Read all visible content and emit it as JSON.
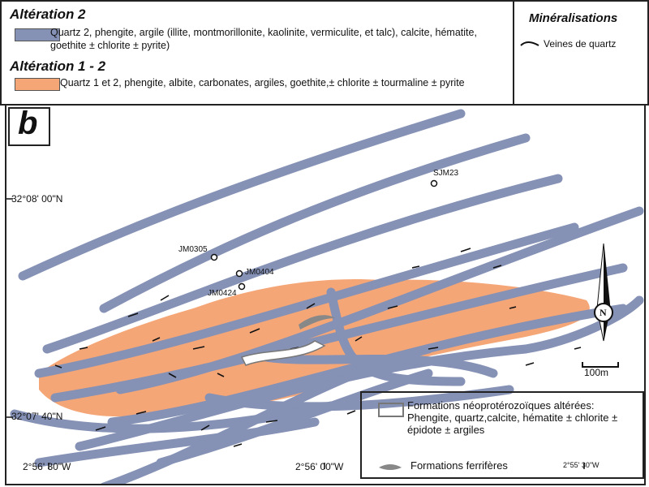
{
  "legend_alteration": {
    "alt2_title": "Altération 2",
    "alt2_text": "Quartz 2, phengite, argile (illite, montmorillonite, kaolinite, vermiculite, et talc), calcite, hématite, goethite ± chlorite ± pyrite)",
    "alt12_title": "Altération 1 - 2",
    "alt12_text": "Quartz 1 et 2, phengite, albite, carbonates, argiles, goethite,± chlorite ± tourmaline ± pyrite",
    "alt2_color": "#8591b5",
    "alt12_color": "#f5a677"
  },
  "legend_mineral": {
    "title": "Minéralisations",
    "veins": "Veines de quartz"
  },
  "map": {
    "panel_label": "b",
    "lat_labels": [
      "32°08' 00\"N",
      "32°07' 40\"N"
    ],
    "lon_labels": [
      "2°56' 30\"W",
      "2°56' 00\"W",
      "2°55' 30\"W"
    ],
    "samples": [
      "SJM23",
      "JM0305",
      "JM0404",
      "JM0424"
    ],
    "north": "N",
    "scale": "100m"
  },
  "legend_formations": {
    "neo": "Formations néoprotérozoïques altérées: Phengite, quartz,calcite, hématite ± chlorite ± épidote ± argiles",
    "ferri": "Formations ferrifères"
  }
}
